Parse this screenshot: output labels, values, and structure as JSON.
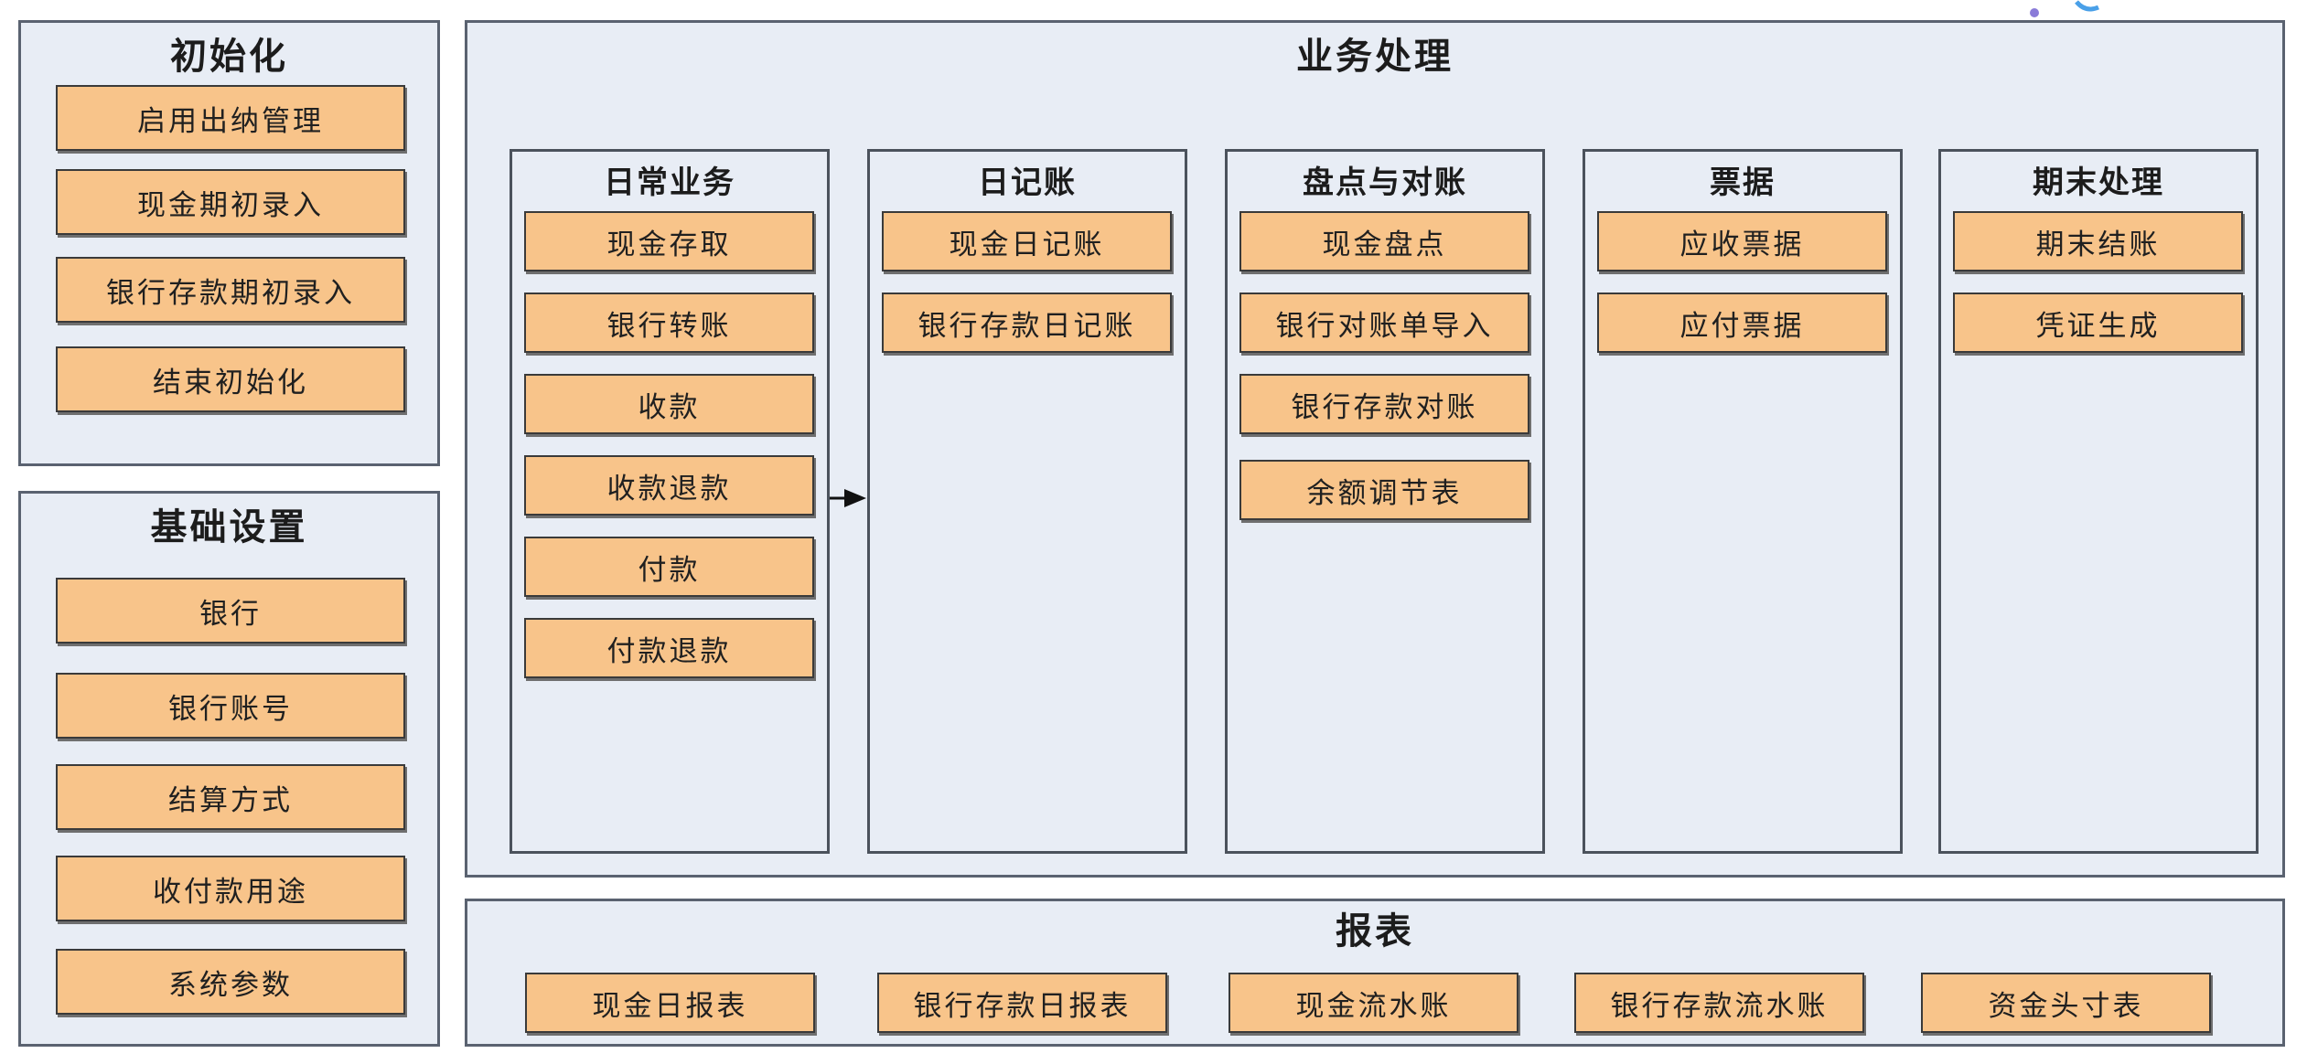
{
  "panels": {
    "init": {
      "title": "初始化",
      "items": [
        "启用出纳管理",
        "现金期初录入",
        "银行存款期初录入",
        "结束初始化"
      ]
    },
    "basic": {
      "title": "基础设置",
      "items": [
        "银行",
        "银行账号",
        "结算方式",
        "收付款用途",
        "系统参数"
      ]
    },
    "business": {
      "title": "业务处理",
      "columns": [
        {
          "title": "日常业务",
          "items": [
            "现金存取",
            "银行转账",
            "收款",
            "收款退款",
            "付款",
            "付款退款"
          ]
        },
        {
          "title": "日记账",
          "items": [
            "现金日记账",
            "银行存款日记账"
          ]
        },
        {
          "title": "盘点与对账",
          "items": [
            "现金盘点",
            "银行对账单导入",
            "银行存款对账",
            "余额调节表"
          ]
        },
        {
          "title": "票据",
          "items": [
            "应收票据",
            "应付票据"
          ]
        },
        {
          "title": "期末处理",
          "items": [
            "期末结账",
            "凭证生成"
          ]
        }
      ]
    },
    "reports": {
      "title": "报表",
      "items": [
        "现金日报表",
        "银行存款日报表",
        "现金流水账",
        "银行存款流水账",
        "资金头寸表"
      ]
    }
  },
  "colors": {
    "panel_bg": "#e8edf5",
    "button_bg": "#f8c48a",
    "border": "#4b525c"
  }
}
